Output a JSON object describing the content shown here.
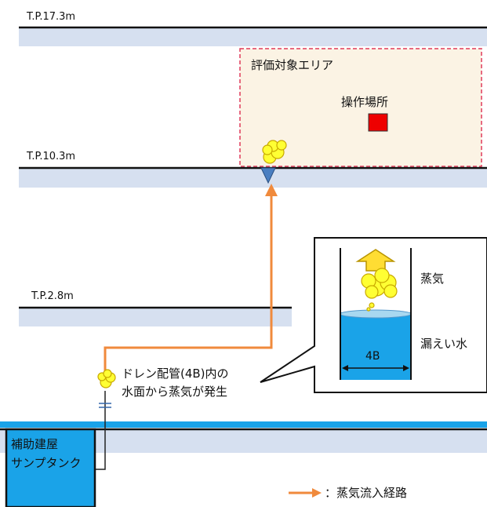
{
  "floors": [
    {
      "label": "T.P.17.3m"
    },
    {
      "label": "T.P.10.3m"
    },
    {
      "label": "T.P.2.8m"
    }
  ],
  "evaluation_area": {
    "label": "評価対象エリア",
    "operation_site_label": "操作場所",
    "operation_site_color": "#ee0000"
  },
  "drain": {
    "caption_line1": "ドレン配管(4B)内の",
    "caption_line2": "水面から蒸気が発生"
  },
  "tank": {
    "line1": "補助建屋",
    "line2": "サンプタンク"
  },
  "inset": {
    "steam_label": "蒸気",
    "water_label": "漏えい水",
    "pipe_size": "4B"
  },
  "legend": {
    "label": "：蒸気流入経路"
  },
  "colors": {
    "steam_path": "#f08a3c",
    "floor_band": "#d6e0f0",
    "water": "#1aa3e8",
    "area_fill": "#fbf3e4",
    "area_border": "#e03a5a",
    "steam_cloud": "#ffff33",
    "arrow_up": "#ffdd33"
  }
}
